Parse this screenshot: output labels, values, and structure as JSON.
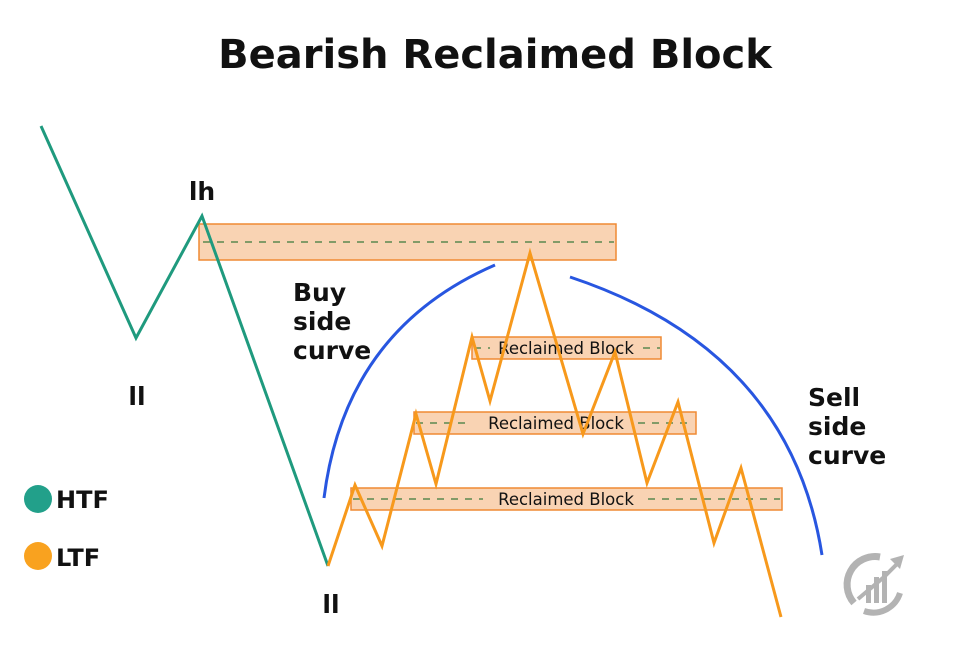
{
  "title": "Bearish Reclaimed Block",
  "colors": {
    "htf": "#1f9a7e",
    "ltf": "#f7991c",
    "curve": "#2856e0",
    "block_fill": "#f9d3b3",
    "block_stroke": "#ef8a33",
    "dash": "#3c7a3c",
    "legend_htf": "#22a08a",
    "legend_ltf": "#f9a21f",
    "logo": "#9a9a9a"
  },
  "labels": {
    "lh": "lh",
    "ll_first": "ll",
    "ll_second": "ll",
    "buy_side_curve": [
      "Buy",
      "side",
      "curve"
    ],
    "sell_side_curve": [
      "Sell",
      "side",
      "curve"
    ]
  },
  "legend": [
    {
      "name": "HTF",
      "color_key": "legend_htf"
    },
    {
      "name": "LTF",
      "color_key": "legend_ltf"
    }
  ],
  "blocks": [
    {
      "id": "htf-block",
      "label": ""
    },
    {
      "id": "reclaimed-block-top",
      "label": "Reclaimed Block"
    },
    {
      "id": "reclaimed-block-middle",
      "label": "Reclaimed Block"
    },
    {
      "id": "reclaimed-block-bottom",
      "label": "Reclaimed Block"
    }
  ],
  "logo": {
    "icon": "growth-chart-arrow-logo"
  }
}
